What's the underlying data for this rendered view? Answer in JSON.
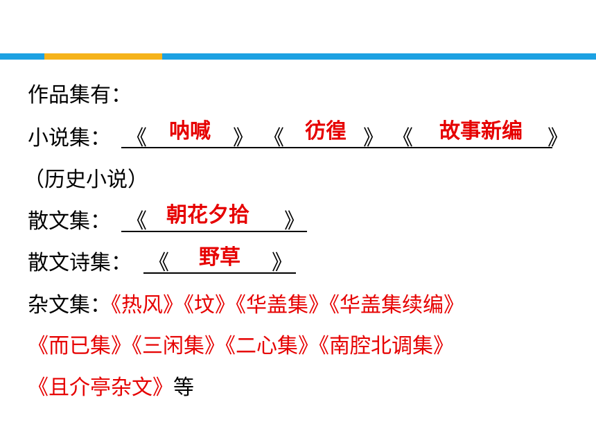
{
  "colors": {
    "accent_blue": "#1da1e2",
    "accent_yellow": "#f5b31b",
    "answer_red": "#e60000"
  },
  "intro": "作品集有：",
  "novels": {
    "label": "小说集：",
    "q1_open": "《",
    "q1_close": "》",
    "q2_open": "《",
    "q2_close": "》",
    "q3_open": "《",
    "q3_close": "》",
    "answer1": "呐喊",
    "answer2": "彷徨",
    "answer3": "故事新编",
    "note": "（历史小说）"
  },
  "prose": {
    "label": "散文集：",
    "open": "《",
    "close": "》",
    "answer": "朝花夕拾"
  },
  "prose_poems": {
    "label": "散文诗集：",
    "open": "《",
    "close": "》",
    "answer": "野草"
  },
  "essays": {
    "label": "杂文集：",
    "line1": "《热风》《坟》《华盖集》《华盖集续编》",
    "line2": "《而已集》《三闲集》《二心集》《南腔北调集》",
    "line3_red": "《且介亭杂文》",
    "line3_tail": "等"
  }
}
